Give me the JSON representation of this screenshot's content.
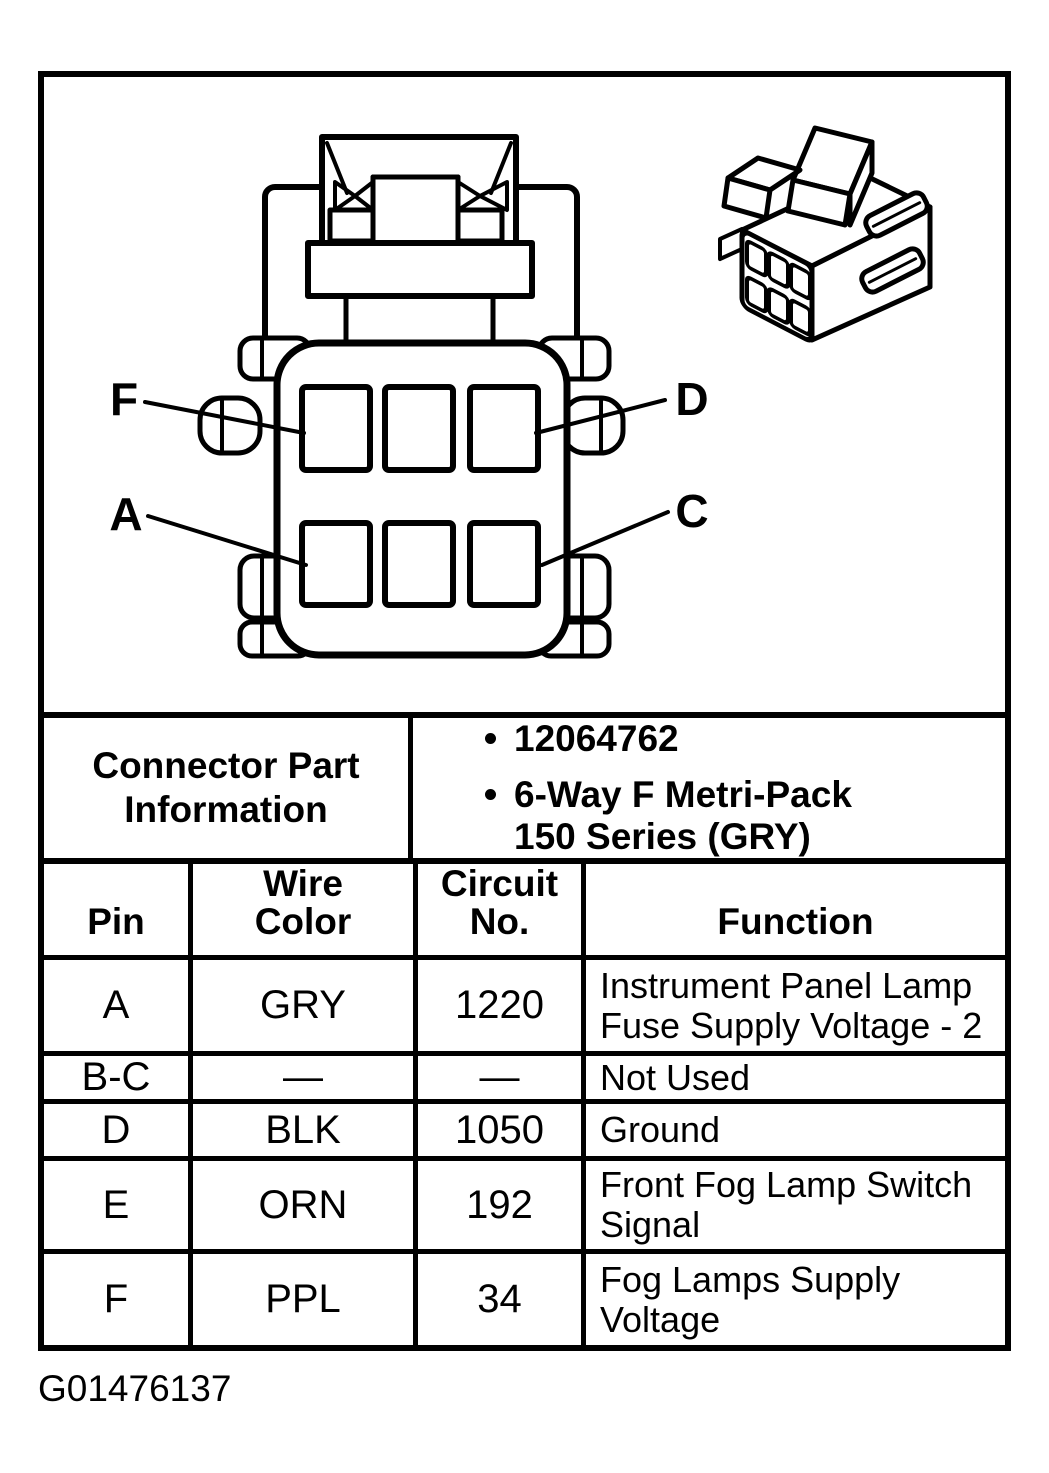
{
  "figure": {
    "front_view": {
      "pin_labels": [
        "F",
        "D",
        "A",
        "C"
      ]
    },
    "caption_code": "G01476137"
  },
  "part_info": {
    "title_lines": [
      "Connector Part",
      "Information"
    ],
    "bullets": [
      {
        "lines": [
          "12064762",
          ""
        ]
      },
      {
        "lines": [
          "6-Way F Metri-Pack",
          "150 Series (GRY)"
        ]
      }
    ]
  },
  "pin_table": {
    "headers": {
      "pin": "Pin",
      "wire_color_lines": [
        "Wire",
        "Color"
      ],
      "circuit_no_lines": [
        "Circuit",
        "No."
      ],
      "function": "Function"
    },
    "rows": [
      {
        "pin": "A",
        "wire_color": "GRY",
        "circuit_no": "1220",
        "function_lines": [
          "Instrument Panel Lamp",
          "Fuse Supply Voltage - 2"
        ]
      },
      {
        "pin": "B-C",
        "wire_color": "—",
        "circuit_no": "—",
        "function_lines": [
          "Not Used",
          ""
        ]
      },
      {
        "pin": "D",
        "wire_color": "BLK",
        "circuit_no": "1050",
        "function_lines": [
          "Ground",
          ""
        ]
      },
      {
        "pin": "E",
        "wire_color": "ORN",
        "circuit_no": "192",
        "function_lines": [
          "Front Fog Lamp Switch",
          "Signal"
        ]
      },
      {
        "pin": "F",
        "wire_color": "PPL",
        "circuit_no": "34",
        "function_lines": [
          "Fog Lamps Supply",
          "Voltage"
        ]
      }
    ]
  },
  "colors": {
    "ink": "#000000",
    "paper": "#ffffff"
  }
}
